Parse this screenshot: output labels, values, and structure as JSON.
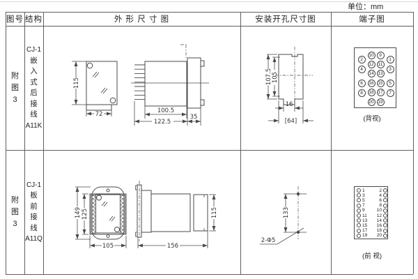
{
  "unit": "单位：mm",
  "header": {
    "col_figure": "图号",
    "col_structure": "结构",
    "col_outline": "外 形 尺 寸 图",
    "col_install": "安装开孔尺寸图",
    "col_terminal": "端子图"
  },
  "rows": [
    {
      "figure_no": [
        "附",
        "图",
        "3"
      ],
      "structure": [
        "CJ-1",
        "嵌",
        "入",
        "式",
        "后",
        "接",
        "线",
        "A11K"
      ],
      "outline_dims": {
        "height": "115",
        "width": "72",
        "body_len": "100.5",
        "total_len": "122.5",
        "flange": "35"
      },
      "install_dims": {
        "outer_h": "107.5",
        "inner_h": "105",
        "notch_w": "16",
        "overall_w": "[64]"
      },
      "terminal_label": "(背视)"
    },
    {
      "figure_no": [
        "附",
        "图",
        "3"
      ],
      "structure": [
        "CJ-1",
        "板",
        "前",
        "接",
        "线",
        "A11Q"
      ],
      "outline_dims": {
        "outer_h": "149",
        "inner_h": "125",
        "width": "105",
        "total_len": "156",
        "height": "115"
      },
      "install_dims": {
        "hole_spacing": "133",
        "holes": "2-Φ5"
      },
      "terminal_label": "(前 视)"
    }
  ],
  "terminals": {
    "back": {
      "outer_left": [
        "2",
        "4",
        "6",
        "8"
      ],
      "inner_left": [
        "10",
        "12",
        "14",
        "16",
        "18",
        "20"
      ],
      "inner_right": [
        "9",
        "11",
        "13",
        "15",
        "17",
        "19"
      ],
      "outer_right": [
        "1",
        "3",
        "5",
        "7"
      ]
    },
    "front": {
      "left": [
        "1",
        "3",
        "5",
        "7",
        "9",
        "11",
        "13",
        "15",
        "17",
        "19"
      ],
      "right": [
        "2",
        "4",
        "6",
        "8",
        "10",
        "12",
        "14",
        "16",
        "18",
        "20"
      ]
    }
  }
}
